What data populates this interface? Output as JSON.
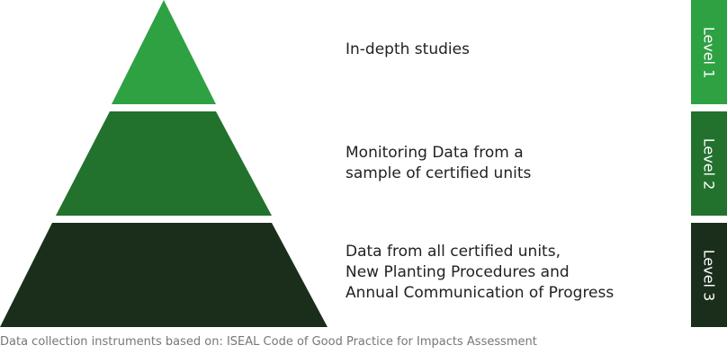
{
  "levels": [
    {
      "tab_label": "Level 1",
      "description_lines": [
        "In-depth studies"
      ],
      "color": "#2ea143"
    },
    {
      "tab_label": "Level 2",
      "description_lines": [
        "Monitoring Data from a",
        "sample of certified units"
      ],
      "color": "#22722e"
    },
    {
      "tab_label": "Level 3",
      "description_lines": [
        "Data from all certified units,",
        "New Planting Procedures and",
        "Annual Communication of Progress"
      ],
      "color": "#1b2e1b"
    }
  ],
  "caption": "Data collection instruments based on: ISEAL Code of Good Practice for Impacts Assessment"
}
